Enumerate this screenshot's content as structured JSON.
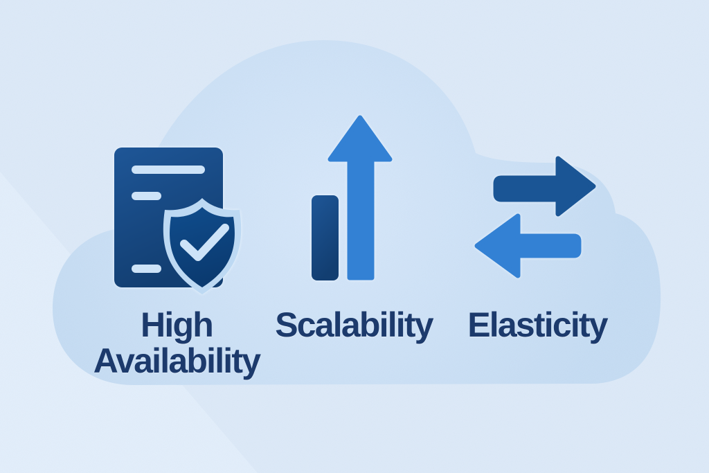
{
  "illustration": {
    "theme": "cloud-computing-concepts",
    "background_shape": "cloud"
  },
  "colors": {
    "background": "#dce9f8",
    "swoosh": "#e8f2fd",
    "cloud_center": "#d6e7fa",
    "cloud_edge": "#c5dcf3",
    "icon_dark_top": "#1e5697",
    "icon_dark_bottom": "#123e71",
    "shield_top": "#104d8d",
    "shield_bottom": "#0a3a70",
    "light_detail": "#cde3f8",
    "shield_outline": "#bdd9f3",
    "medium_blue": "#3381d4",
    "dark_arrow": "#1a5595",
    "label_text": "#1c3a6c"
  },
  "concepts": [
    {
      "label": "High Availability",
      "icon": "document-shield-check-icon"
    },
    {
      "label": "Scalability",
      "icon": "bar-up-arrow-icon"
    },
    {
      "label": "Elasticity",
      "icon": "bidirectional-arrows-icon"
    }
  ]
}
